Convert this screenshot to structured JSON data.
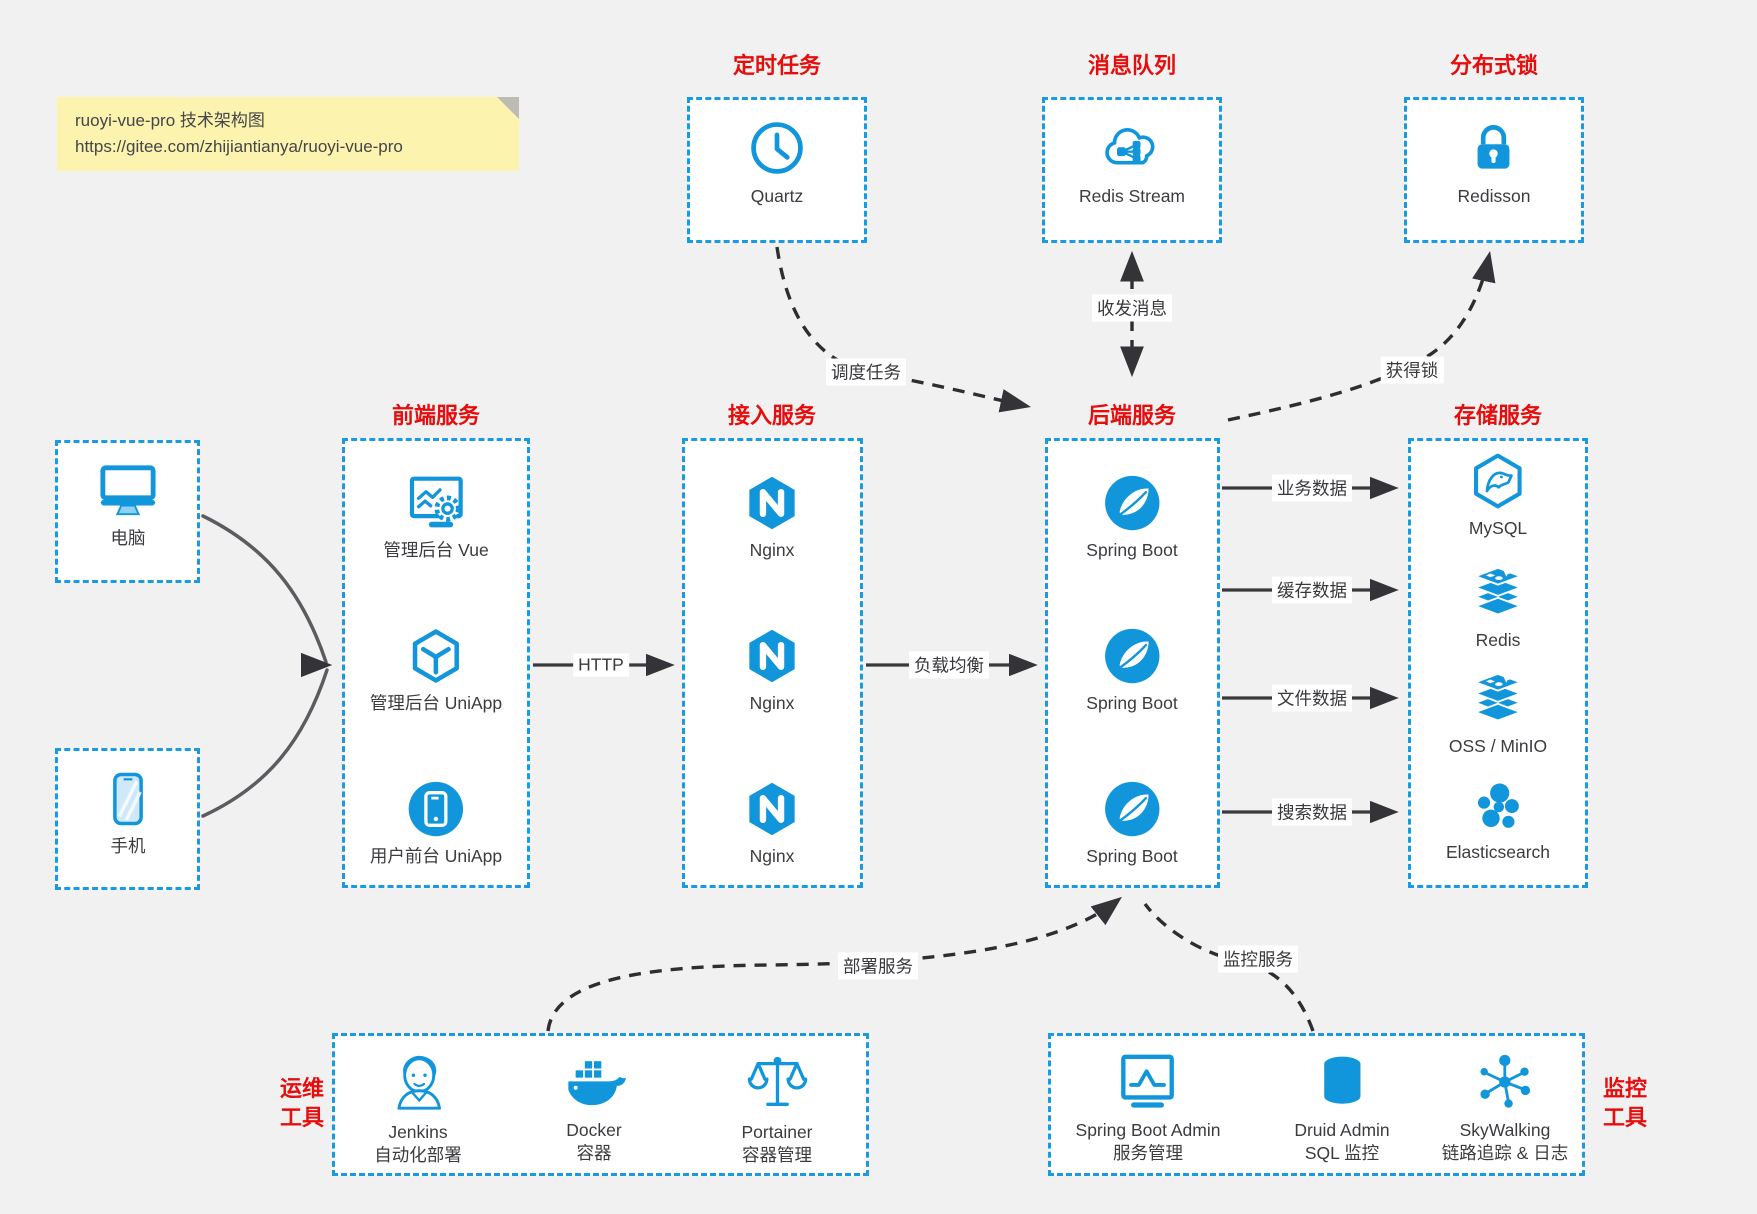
{
  "note": {
    "line1": "ruoyi-vue-pro 技术架构图",
    "line2": "https://gitee.com/zhijiantianya/ruoyi-vue-pro"
  },
  "colors": {
    "icon_blue": "#1296db",
    "border_blue": "#1b9ae4",
    "title_red": "#e60d0d",
    "note_bg": "#fbf3ae",
    "canvas_bg": "#f1f1f2"
  },
  "groups": {
    "scheduled": {
      "title": "定时任务",
      "items": [
        {
          "label": "Quartz"
        }
      ]
    },
    "mq": {
      "title": "消息队列",
      "items": [
        {
          "label": "Redis Stream"
        }
      ]
    },
    "lock": {
      "title": "分布式锁",
      "items": [
        {
          "label": "Redisson"
        }
      ]
    },
    "clients": {
      "items": [
        {
          "label": "电脑"
        },
        {
          "label": "手机"
        }
      ]
    },
    "frontend": {
      "title": "前端服务",
      "items": [
        {
          "label": "管理后台 Vue"
        },
        {
          "label": "管理后台 UniApp"
        },
        {
          "label": "用户前台 UniApp"
        }
      ]
    },
    "gateway": {
      "title": "接入服务",
      "items": [
        {
          "label": "Nginx"
        },
        {
          "label": "Nginx"
        },
        {
          "label": "Nginx"
        }
      ]
    },
    "backend": {
      "title": "后端服务",
      "items": [
        {
          "label": "Spring Boot"
        },
        {
          "label": "Spring Boot"
        },
        {
          "label": "Spring Boot"
        }
      ]
    },
    "storage": {
      "title": "存储服务",
      "items": [
        {
          "label": "MySQL"
        },
        {
          "label": "Redis"
        },
        {
          "label": "OSS / MinIO"
        },
        {
          "label": "Elasticsearch"
        }
      ]
    },
    "ops": {
      "title_line1": "运维",
      "title_line2": "工具",
      "items": [
        {
          "name": "Jenkins",
          "desc": "自动化部署"
        },
        {
          "name": "Docker",
          "desc": "容器"
        },
        {
          "name": "Portainer",
          "desc": "容器管理"
        }
      ]
    },
    "monitor": {
      "title_line1": "监控",
      "title_line2": "工具",
      "items": [
        {
          "name": "Spring Boot Admin",
          "desc": "服务管理"
        },
        {
          "name": "Druid Admin",
          "desc": "SQL 监控"
        },
        {
          "name": "SkyWalking",
          "desc": "链路追踪 & 日志"
        }
      ]
    }
  },
  "edges": {
    "http": "HTTP",
    "load_balance": "负载均衡",
    "biz_data": "业务数据",
    "cache_data": "缓存数据",
    "file_data": "文件数据",
    "search_data": "搜索数据",
    "schedule": "调度任务",
    "message": "收发消息",
    "acquire_lock": "获得锁",
    "deploy": "部署服务",
    "monitoring": "监控服务"
  }
}
